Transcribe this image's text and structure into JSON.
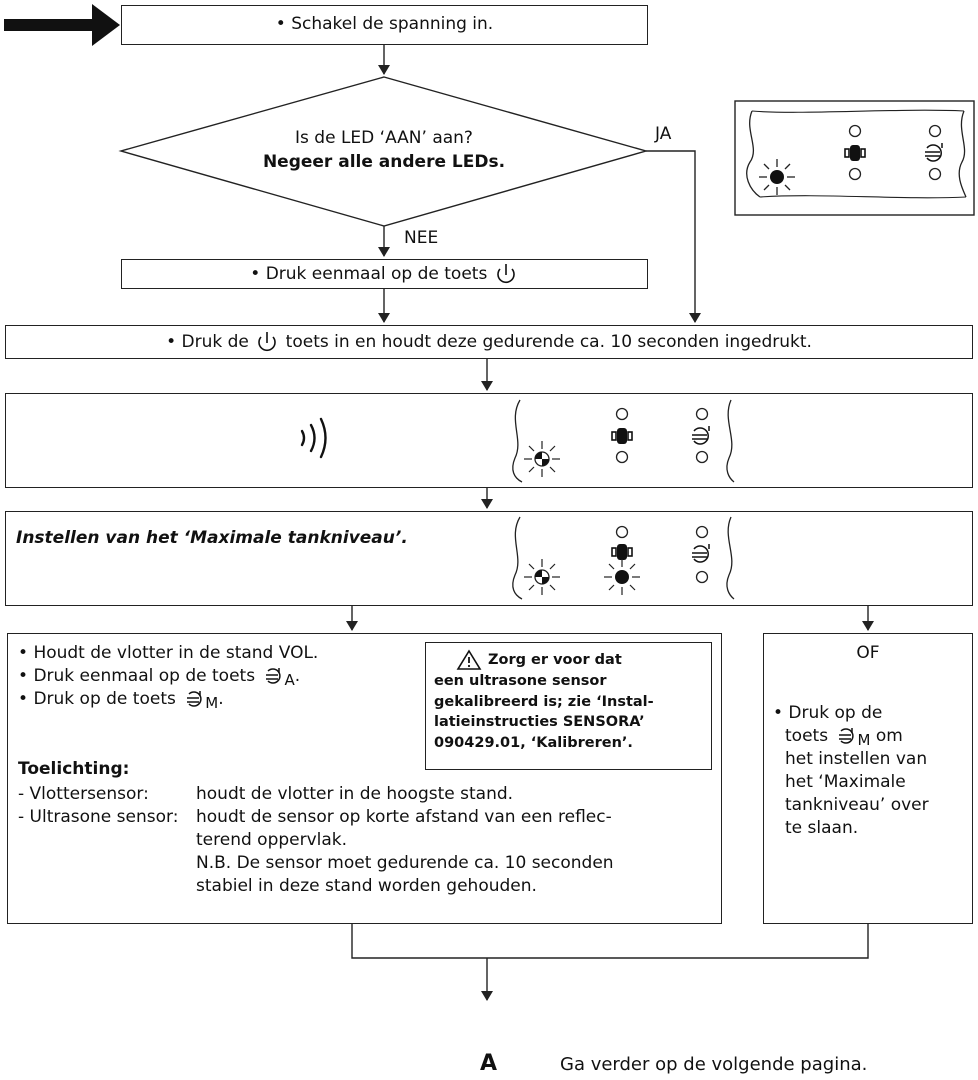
{
  "start": {
    "text": "• Schakel de spanning in."
  },
  "decision": {
    "line1": "Is de LED ‘AAN’ aan?",
    "line2": "Negeer alle andere LEDs.",
    "yes_label": "JA",
    "no_label": "NEE"
  },
  "step_press_once": {
    "prefix": "• Druk eenmaal op de toets"
  },
  "step_hold": {
    "prefix": "• Druk de",
    "suffix": "toets in en houdt deze gedurende ca. 10 seconden ingedrukt."
  },
  "step_setting": {
    "title": "Instellen van het ‘Maximale tankniveau’."
  },
  "left_box": {
    "bullets": [
      {
        "text": "Houdt de vlotter in de stand VOL.",
        "icon": ""
      },
      {
        "text": "Druk eenmaal op de toets",
        "icon": "pump-A-icon",
        "sub": "A",
        "tail": "."
      },
      {
        "text": "Druk op de toets",
        "icon": "pump-M-icon",
        "sub": "M",
        "tail": "."
      }
    ],
    "explanation_title": "Toelichting:",
    "explanation": [
      {
        "label": "- Vlottersensor:",
        "lines": [
          "houdt de vlotter in de hoogste stand."
        ]
      },
      {
        "label": "- Ultrasone sensor:",
        "lines": [
          "houdt de sensor op korte afstand van een reflec-",
          "terend oppervlak.",
          "N.B. De sensor moet gedurende ca. 10 seconden",
          "stabiel in deze stand worden gehouden."
        ]
      }
    ],
    "note_lines": [
      "Zorg er voor dat",
      "een ultrasone sensor",
      "gekalibreerd is; zie ‘Instal-",
      "latieinstructies SENSORA’",
      "090429.01, ‘Kalibreren’."
    ]
  },
  "right_box": {
    "title": "OF",
    "lines": [
      "• Druk op de",
      "toets",
      "om",
      "het instellen van",
      "het ‘Maximale",
      "tankniveau’ over",
      "te slaan."
    ],
    "sub": "M"
  },
  "end": {
    "letter": "A",
    "text": "Ga verder op de volgende pagina."
  },
  "icons": {
    "power": "power-icon",
    "sound": "sound-waves-icon",
    "motor": "motor-icon",
    "pump": "pump-icon",
    "led_off": "led-off-icon",
    "led_blink": "led-blinking-icon",
    "led_on": "led-on-icon"
  },
  "colors": {
    "line": "#222222",
    "background": "#ffffff"
  }
}
